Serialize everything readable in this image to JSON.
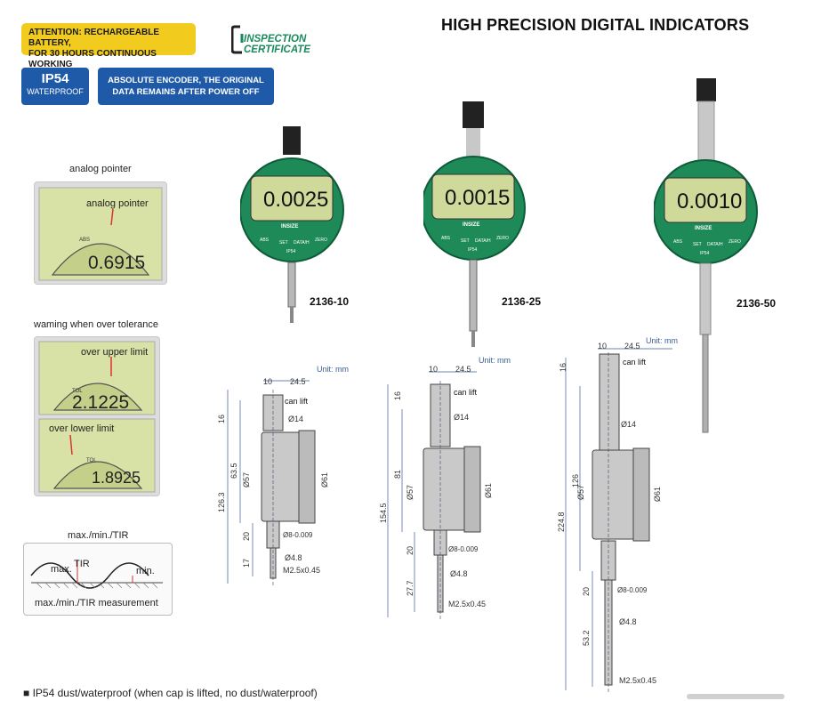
{
  "badges": {
    "attention_line1": "ATTENTION: RECHARGEABLE BATTERY,",
    "attention_line2": "FOR 30 HOURS CONTINUOUS WORKING",
    "ip_title": "IP54",
    "ip_sub": "WATERPROOF",
    "encoder_line1": "ABSOLUTE ENCODER, THE ORIGINAL",
    "encoder_line2": "DATA REMAINS AFTER POWER OFF",
    "inspection_line1": "INSPECTION",
    "inspection_line2": "CERTIFICATE"
  },
  "title": "HIGH PRECISION DIGITAL INDICATORS",
  "features": {
    "analog_caption": "analog pointer",
    "analog_label": "analog pointer",
    "analog_reading": "0.6915",
    "analog_abs": "ABS",
    "tolerance_caption": "waming when over tolerance",
    "upper_label": "over upper limit",
    "upper_reading": "2.1225",
    "lower_label": "over lower limit",
    "lower_reading": "1.8925",
    "tol": "TOL",
    "tir_caption": "max./min./TIR",
    "tir_max": "max.",
    "tir_tir": "TIR",
    "tir_min": "min.",
    "tir_measure": "max./min./TIR measurement"
  },
  "products": [
    {
      "model": "2136-10",
      "reading": "0.0025"
    },
    {
      "model": "2136-25",
      "reading": "0.0015"
    },
    {
      "model": "2136-50",
      "reading": "0.0010"
    }
  ],
  "dial": {
    "brand": "INSIZE",
    "ip": "IP54",
    "b1": "ABS",
    "b2": "SET",
    "b3": "DATA/H",
    "b4": "ZERO"
  },
  "drawings": {
    "unit": "Unit: mm",
    "can_lift": "can lift",
    "d14": "Ø14",
    "d57": "Ø57",
    "d61": "Ø61",
    "d8": "Ø8-0.009",
    "d48": "Ø4.8",
    "thread": "M2.5x0.45",
    "w10": "10",
    "w245": "24.5",
    "d1": {
      "h16": "16",
      "h635": "63.5",
      "h1263": "126.3",
      "h20": "20",
      "h17": "17"
    },
    "d2": {
      "h16": "16",
      "h81": "81",
      "h1545": "154.5",
      "h20": "20",
      "h277": "27.7"
    },
    "d3": {
      "h16": "16",
      "h126": "126",
      "h2248": "224.8",
      "h20": "20",
      "h532": "53.2"
    }
  },
  "bullet": "IP54 dust/waterproof (when cap is lifted, no dust/waterproof)",
  "colors": {
    "green": "#1a8a5c",
    "blue": "#1f5aa8",
    "yellow": "#f2cb1f",
    "lcd": "#d8e3a4"
  }
}
